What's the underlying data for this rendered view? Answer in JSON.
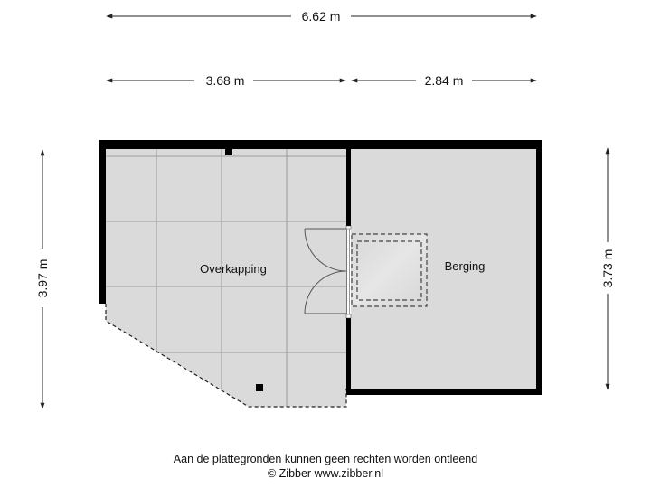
{
  "dimensions": {
    "total_width": "6.62 m",
    "left_width": "3.68 m",
    "right_width": "2.84 m",
    "left_height": "3.97 m",
    "right_height": "3.73 m"
  },
  "rooms": {
    "overkapping": "Overkapping",
    "berging": "Berging"
  },
  "footer": {
    "disclaimer": "Aan de plattegronden kunnen geen rechten worden ontleend",
    "copyright": "© Zibber www.zibber.nl"
  },
  "colors": {
    "floor": "#dadada",
    "wall": "#000000",
    "grid": "#8a8a8a",
    "dimension_line": "#222222"
  }
}
